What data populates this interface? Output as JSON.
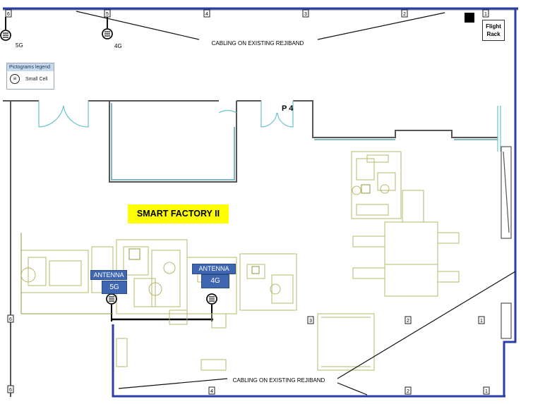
{
  "title": "SMART FACTORY II",
  "room_label": "P 4",
  "cabling_note": "CABLING ON EXISTING REJIBAND",
  "legend": {
    "title": "Pictograms legend",
    "item_label": "Small Cell",
    "item_icon": "small-cell-icon"
  },
  "small_cells_top": [
    {
      "label": "5G",
      "number": "6"
    },
    {
      "label": "4G",
      "number": "5"
    }
  ],
  "antennas": [
    {
      "label": "ANTENNA",
      "tech": "5G"
    },
    {
      "label": "ANTENNA",
      "tech": "4G"
    }
  ],
  "rack": {
    "line1": "Flight",
    "line2": "Rack"
  },
  "column_markers_top": [
    "6",
    "5",
    "4",
    "3",
    "2",
    "1"
  ],
  "column_markers_bottom": [
    "4",
    "3",
    "2",
    "1"
  ],
  "row_markers": [
    "6",
    "6"
  ],
  "colors": {
    "cabling": "#2b3ea8",
    "walls": "#555555",
    "doors": "#6cc3cc",
    "equipment": "#c0c17a",
    "highlight": "#ffff00",
    "antenna": "#3f66b0"
  }
}
